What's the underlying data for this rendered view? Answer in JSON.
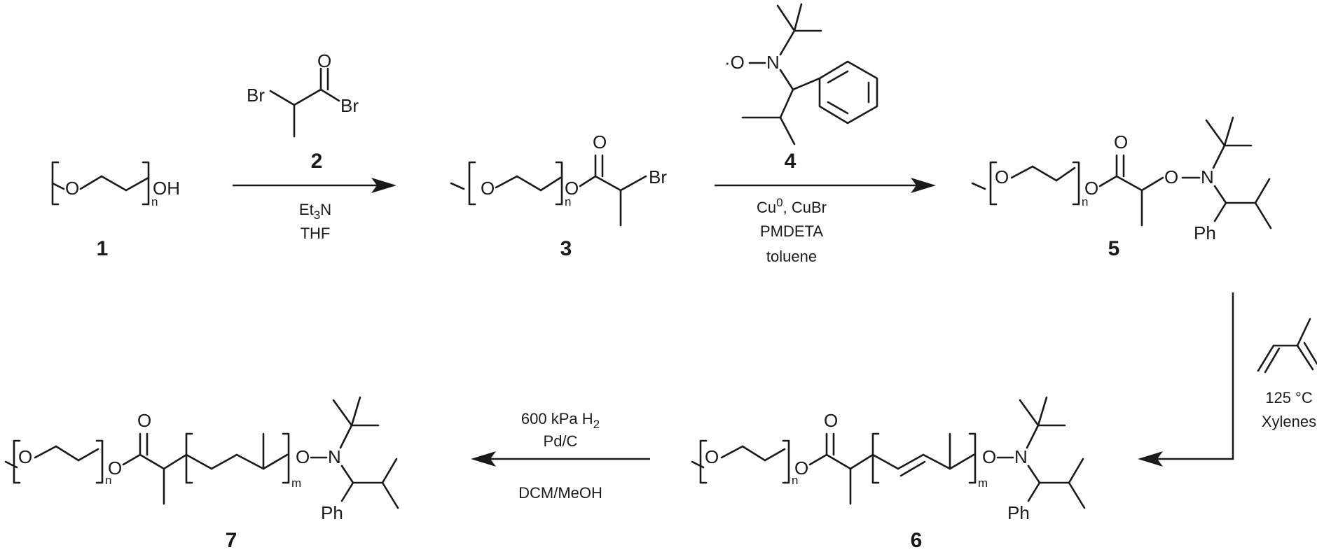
{
  "atoms": {
    "O": "O",
    "OH": "OH",
    "Br": "Br",
    "N": "N",
    "Ph": "Ph",
    "n": "n",
    "m": "m",
    "radical_O": "·O"
  },
  "compounds": {
    "c1": "1",
    "c2": "2",
    "c3": "3",
    "c4": "4",
    "c5": "5",
    "c6": "6",
    "c7": "7"
  },
  "conditions": {
    "step1": {
      "base": "Et",
      "base_sub": "3",
      "base_tail": "N",
      "solvent": "THF"
    },
    "step2": {
      "cat_a": "Cu",
      "cat_a_sup": "0",
      "cat_b": ", CuBr",
      "ligand": "PMDETA",
      "solvent": "toluene"
    },
    "step3": {
      "temp": "125 °C",
      "solvent": "Xylenes"
    },
    "step4": {
      "pressure": "600 kPa H",
      "pressure_sub": "2",
      "catalyst": "Pd/C",
      "solvent": "DCM/MeOH"
    }
  }
}
